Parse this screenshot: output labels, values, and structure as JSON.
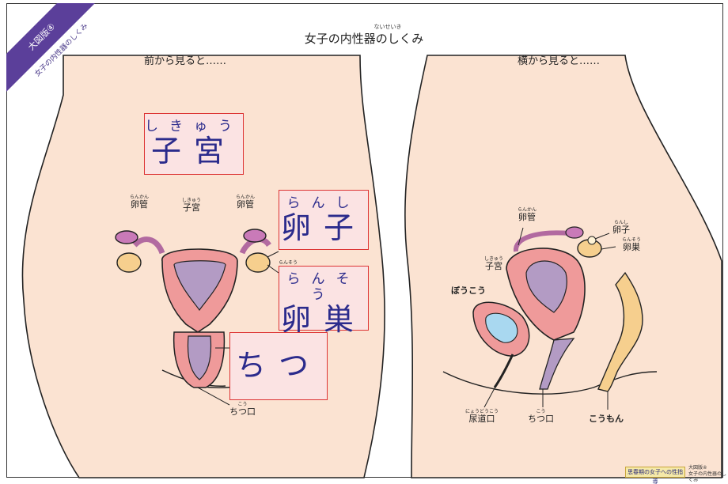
{
  "ribbon": {
    "label": "大図版④",
    "sub": "女子の内性器のしくみ"
  },
  "title": {
    "ruby": "ないせいき",
    "text": "女子の内性器のしくみ"
  },
  "front": {
    "heading": "前から見ると……",
    "boxes": {
      "uterus": {
        "ruby": "しきゅう",
        "text": "子宮"
      },
      "egg": {
        "ruby": "らんし",
        "text": "卵子"
      },
      "ovary": {
        "ruby": "らんそう",
        "text": "卵巣"
      },
      "vagina": {
        "text": "ちつ"
      }
    },
    "labels": {
      "tube_left": {
        "ruby": "らんかん",
        "text": "卵管"
      },
      "uterus": {
        "ruby": "しきゅう",
        "text": "子宮"
      },
      "tube_right": {
        "ruby": "らんかん",
        "text": "卵管"
      },
      "ovary_small_ruby": "らんそう",
      "vaginal_opening": {
        "ruby": "こう",
        "text": "ちつ口"
      }
    }
  },
  "side": {
    "heading": "横から見ると……",
    "labels": {
      "tube": {
        "ruby": "らんかん",
        "text": "卵管"
      },
      "egg": {
        "ruby": "らんし",
        "text": "卵子"
      },
      "ovary": {
        "ruby": "らんそう",
        "text": "卵巣"
      },
      "uterus": {
        "ruby": "しきゅう",
        "text": "子宮"
      },
      "bladder": {
        "text": "ぼうこう"
      },
      "urethra": {
        "ruby": "にょうどうこう",
        "text": "尿道口"
      },
      "vaginal_opening": {
        "ruby": "こう",
        "text": "ちつ口"
      },
      "anus": {
        "text": "こうもん"
      }
    }
  },
  "footer": {
    "logo": "思春期の女子への性指導",
    "ref": "大図版④",
    "ref_sub": "女子の内性器のしくみ"
  },
  "colors": {
    "skin": "#fbe3d2",
    "uterus": "#ef9a9a",
    "inner": "#b39bc4",
    "ovary": "#f6cf8e",
    "bladder": "#a9d8f0",
    "rectum": "#f6cf8e",
    "accent": "#5b3f9a",
    "box_border": "#dd3333",
    "box_text": "#2b2b8c"
  }
}
